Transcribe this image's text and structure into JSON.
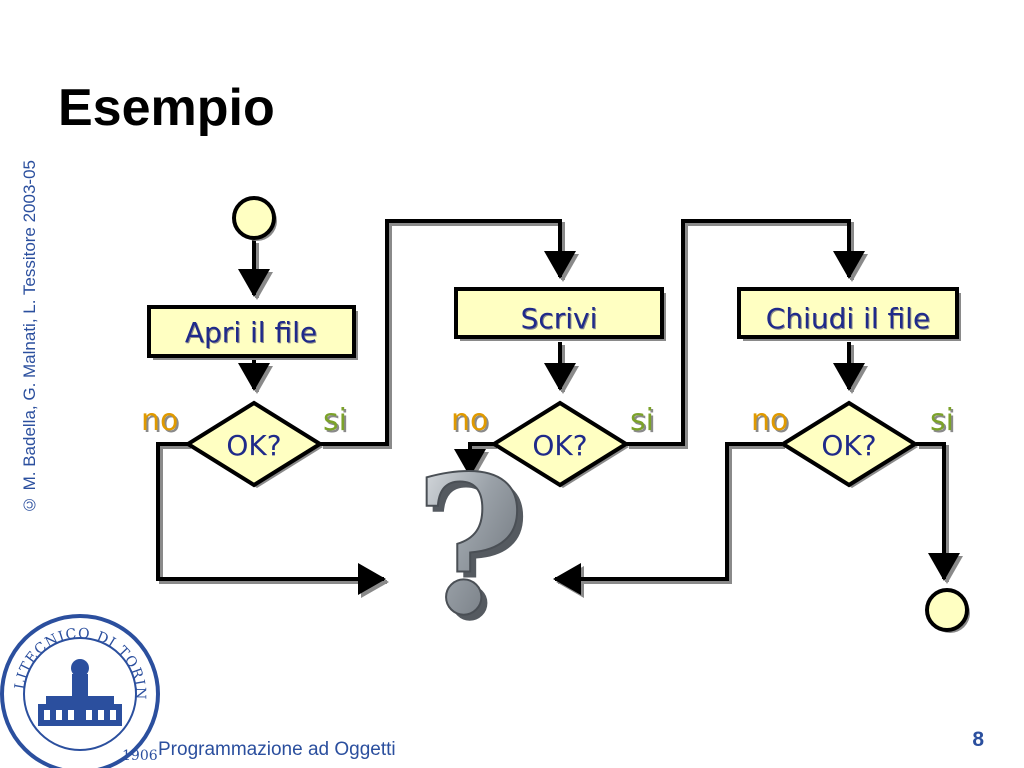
{
  "slide": {
    "title": "Esempio",
    "copyright": "© M. Badella, G. Malnati, L. Tessitore 2003-05",
    "footer": "Programmazione ad Oggetti",
    "page_number": "8",
    "logo_text": "POLITECNICO DI TORINO",
    "logo_year": "1906"
  },
  "flowchart": {
    "steps": [
      "Apri il file",
      "Scrivi",
      "Chiudi il file"
    ],
    "decision_label": "OK?",
    "yes_label": "si",
    "no_label": "no",
    "unknown_symbol": "?"
  },
  "colors": {
    "box_fill": "#ffffc2",
    "terminal_fill": "#ffffc2",
    "line": "#000000",
    "shadow": "#8a8a8a",
    "text_blue": "#1f2a8a",
    "no_label": "#e09a00",
    "si_label": "#7ca22a",
    "accent_blue": "#2b4f9e",
    "question_grey": "#8e959c"
  }
}
